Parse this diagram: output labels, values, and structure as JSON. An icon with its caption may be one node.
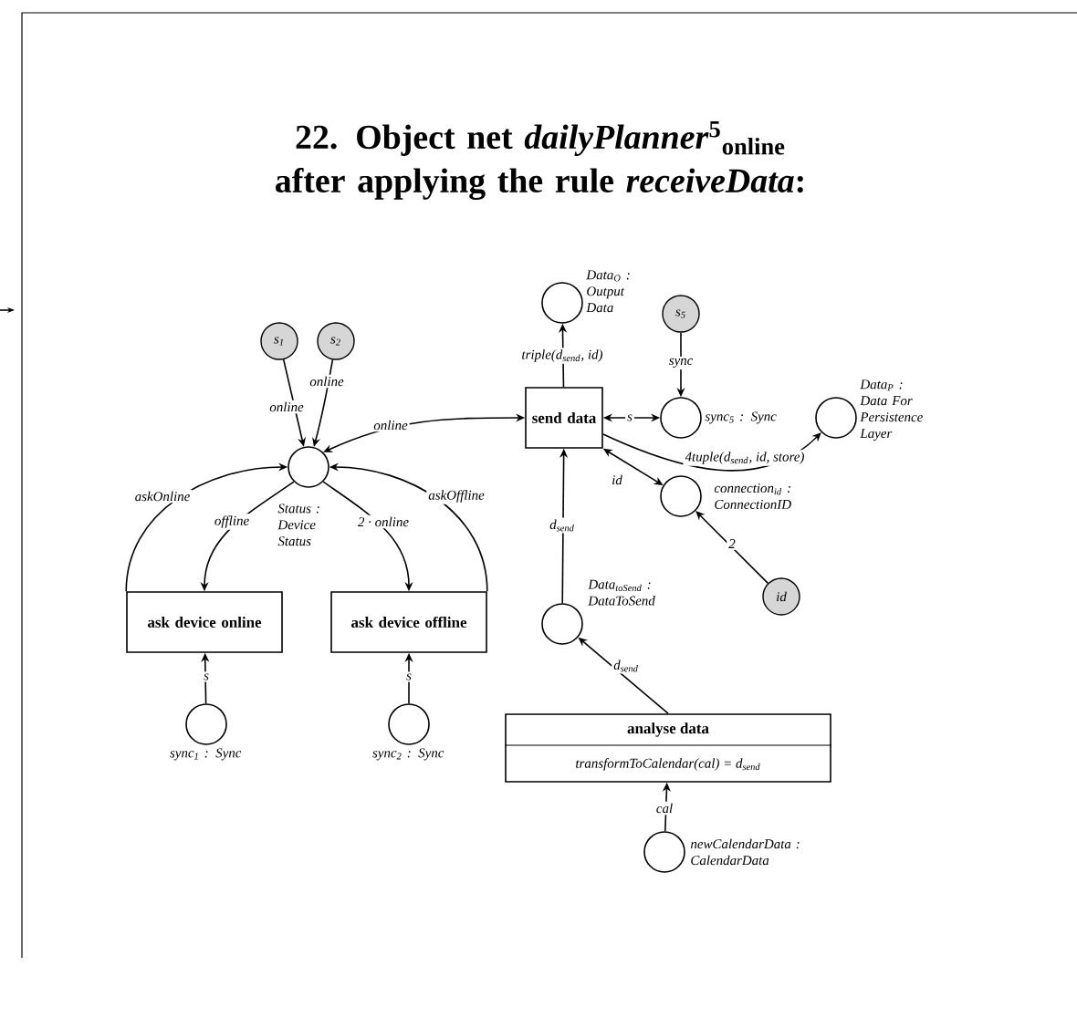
{
  "diagram": {
    "title": "22. Object net *dailyPlanner*$^{5}$$_{online}$ after applying the rule *receiveData*:",
    "nodes": [
      {
        "text": [
          "s$_{1}$"
        ]
      },
      {
        "text": [
          "s$_{2}$"
        ]
      },
      {
        "text": [],
        "shape": "circle",
        "beside": [
          "Status : Device Status"
        ]
      },
      {
        "text": [
          "ask device online"
        ]
      },
      {
        "text": [
          "ask device offline"
        ]
      },
      {
        "text": [],
        "shape": "circle",
        "beside": [
          "sync$_{1}$ : Sync"
        ]
      },
      {
        "text": [],
        "shape": "circle",
        "beside": [
          "sync$_{2}$ : Sync"
        ]
      },
      {
        "text": [],
        "shape": "circle",
        "beside": [
          "Data$_{O}$ : Output Data"
        ]
      },
      {
        "text": [
          "s$_{5}$"
        ]
      },
      {
        "text": [
          "send data"
        ]
      },
      {
        "text": [],
        "shape": "circle",
        "beside": [
          "sync$_{5}$ : Sync"
        ]
      },
      {
        "text": [],
        "shape": "circle",
        "beside": [
          "Data$_{P}$ : Data For Persistence Layer"
        ]
      },
      {
        "text": [],
        "shape": "circle",
        "beside": [
          "connection$_{id}$ : ConnectionID"
        ]
      },
      {
        "text": [
          "id"
        ]
      },
      {
        "text": [],
        "shape": "circle",
        "beside": [
          "Data$_{toSend}$ : DataToSend"
        ]
      },
      {
        "text": [
          "analyse data",
          "transformToCalendar(cal) = d$_{send}$"
        ]
      },
      {
        "text": [],
        "shape": "circle",
        "beside": [
          "newCalendarData : CalendarData"
        ]
      }
    ],
    "edges": [
      {
        "from": 0,
        "to": 2,
        "arrow": "to",
        "label": "online"
      },
      {
        "from": 1,
        "to": 2,
        "arrow": "to",
        "label": "online"
      },
      {
        "from": 2,
        "to": 9,
        "arrow": "both",
        "label": "online"
      },
      {
        "from": 3,
        "to": 2,
        "arrow": "to",
        "label": "askOnline"
      },
      {
        "from": 2,
        "to": 3,
        "arrow": "to",
        "label": "offline"
      },
      {
        "from": 4,
        "to": 2,
        "arrow": "to",
        "label": "askOffline"
      },
      {
        "from": 2,
        "to": 4,
        "arrow": "to",
        "label": "2 · online"
      },
      {
        "from": 5,
        "to": 3,
        "arrow": "to",
        "label": "s"
      },
      {
        "from": 6,
        "to": 4,
        "arrow": "to",
        "label": "s"
      },
      {
        "from": 9,
        "to": 7,
        "arrow": "to",
        "label": "triple(d$_{send}$, id)"
      },
      {
        "from": 8,
        "to": 10,
        "arrow": "to",
        "label": "sync"
      },
      {
        "from": 10,
        "to": 9,
        "arrow": "both",
        "label": "s"
      },
      {
        "from": 9,
        "to": 11,
        "arrow": "to",
        "label": "4tuple(d$_{send}$, id, store)"
      },
      {
        "from": 12,
        "to": 9,
        "arrow": "both",
        "label": "id"
      },
      {
        "from": 13,
        "to": 12,
        "arrow": "to",
        "label": "2"
      },
      {
        "from": 14,
        "to": 9,
        "arrow": "to",
        "label": "d$_{send}$"
      },
      {
        "from": 15,
        "to": 14,
        "arrow": "to",
        "label": "d$_{send}$"
      },
      {
        "from": 16,
        "to": 15,
        "arrow": "to",
        "label": "cal"
      }
    ]
  }
}
